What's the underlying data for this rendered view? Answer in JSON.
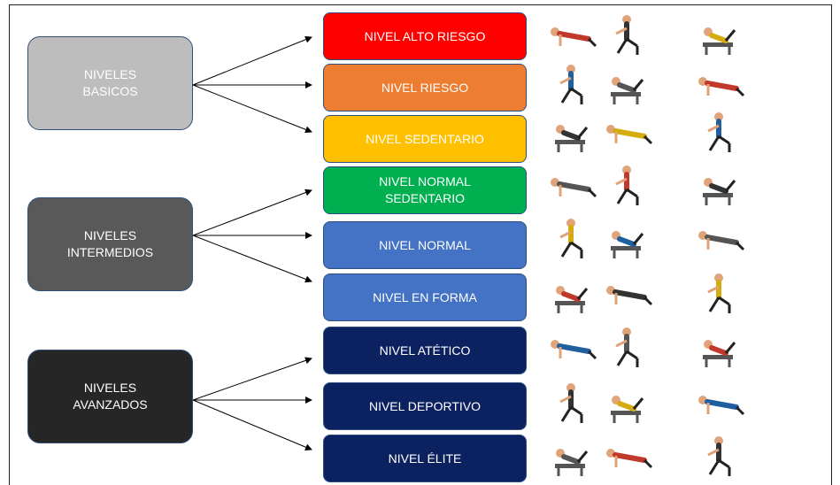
{
  "groups": [
    {
      "label": "NIVELES\nBASICOS",
      "color": "#bdbdbd"
    },
    {
      "label": "NIVELES\nINTERMEDIOS",
      "color": "#595959"
    },
    {
      "label": "NIVELES\nAVANZADOS",
      "color": "#262626"
    }
  ],
  "levels": [
    {
      "label": "NIVEL ALTO RIESGO",
      "color": "#ff0000"
    },
    {
      "label": "NIVEL RIESGO",
      "color": "#ed7d31"
    },
    {
      "label": "NIVEL SEDENTARIO",
      "color": "#ffc000"
    },
    {
      "label": "NIVEL NORMAL\nSEDENTARIO",
      "color": "#00b050"
    },
    {
      "label": "NIVEL NORMAL",
      "color": "#4472c4"
    },
    {
      "label": "NIVEL EN FORMA",
      "color": "#4472c4"
    },
    {
      "label": "NIVEL ATÉTICO",
      "color": "#0c2160"
    },
    {
      "label": "NIVEL DEPORTIVO",
      "color": "#0c2160"
    },
    {
      "label": "NIVEL ÉLITE",
      "color": "#0c2160"
    }
  ],
  "exercise_icons": [
    [
      "exercise-icon",
      "exercise-icon",
      "exercise-icon"
    ],
    [
      "exercise-icon",
      "exercise-icon",
      "exercise-icon"
    ],
    [
      "exercise-icon",
      "exercise-icon",
      "exercise-icon"
    ],
    [
      "exercise-icon",
      "exercise-icon",
      "exercise-icon"
    ],
    [
      "exercise-icon",
      "exercise-icon",
      "exercise-icon"
    ],
    [
      "exercise-icon",
      "exercise-icon",
      "exercise-icon"
    ],
    [
      "exercise-icon",
      "exercise-icon",
      "exercise-icon"
    ],
    [
      "exercise-icon",
      "exercise-icon",
      "exercise-icon"
    ],
    [
      "exercise-icon",
      "exercise-icon",
      "exercise-icon"
    ]
  ]
}
